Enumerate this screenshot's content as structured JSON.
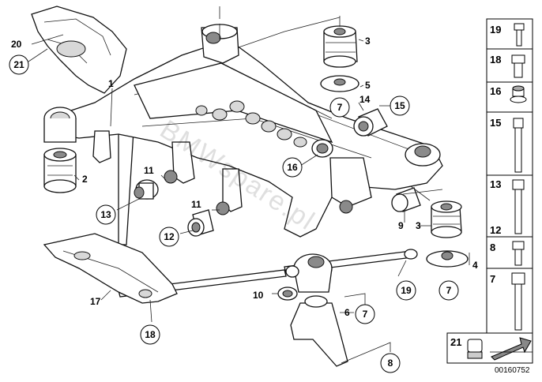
{
  "diagram": {
    "callouts": [
      {
        "id": "c-21a",
        "label": "21",
        "circled": true
      },
      {
        "id": "c-20",
        "label": "20",
        "circled": false
      },
      {
        "id": "c-1",
        "label": "1",
        "circled": false
      },
      {
        "id": "c-2",
        "label": "2",
        "circled": false
      },
      {
        "id": "c-3a",
        "label": "3",
        "circled": false
      },
      {
        "id": "c-5",
        "label": "5",
        "circled": false
      },
      {
        "id": "c-7a",
        "label": "7",
        "circled": true
      },
      {
        "id": "c-14",
        "label": "14",
        "circled": false
      },
      {
        "id": "c-15",
        "label": "15",
        "circled": true
      },
      {
        "id": "c-16",
        "label": "16",
        "circled": true
      },
      {
        "id": "c-11a",
        "label": "11",
        "circled": false
      },
      {
        "id": "c-13",
        "label": "13",
        "circled": true
      },
      {
        "id": "c-11b",
        "label": "11",
        "circled": false
      },
      {
        "id": "c-12",
        "label": "12",
        "circled": true
      },
      {
        "id": "c-9",
        "label": "9",
        "circled": false
      },
      {
        "id": "c-3b",
        "label": "3",
        "circled": false
      },
      {
        "id": "c-4",
        "label": "4",
        "circled": false
      },
      {
        "id": "c-7b",
        "label": "7",
        "circled": true
      },
      {
        "id": "c-19",
        "label": "19",
        "circled": true
      },
      {
        "id": "c-10",
        "label": "10",
        "circled": false
      },
      {
        "id": "c-17",
        "label": "17",
        "circled": false
      },
      {
        "id": "c-18",
        "label": "18",
        "circled": true
      },
      {
        "id": "c-6",
        "label": "6",
        "circled": false
      },
      {
        "id": "c-7c",
        "label": "7",
        "circled": true
      },
      {
        "id": "c-8",
        "label": "8",
        "circled": true
      }
    ],
    "legend": [
      {
        "label": "19",
        "icon": "socket-bolt-icon"
      },
      {
        "label": "18",
        "icon": "short-bolt-icon"
      },
      {
        "label": "16",
        "icon": "flange-nut-icon"
      },
      {
        "label": "15",
        "icon": "long-bolt-icon"
      },
      {
        "label": "13",
        "icon": "hex-bolt-long-icon"
      },
      {
        "label": "12",
        "icon": ""
      },
      {
        "label": "8",
        "icon": "hex-bolt-short-icon"
      },
      {
        "label": "7",
        "icon": "torx-bolt-icon"
      },
      {
        "label": "21",
        "icon": "cap-nut-icon"
      }
    ],
    "watermark": "BMWspare.pl",
    "doc_number": "00160752"
  }
}
